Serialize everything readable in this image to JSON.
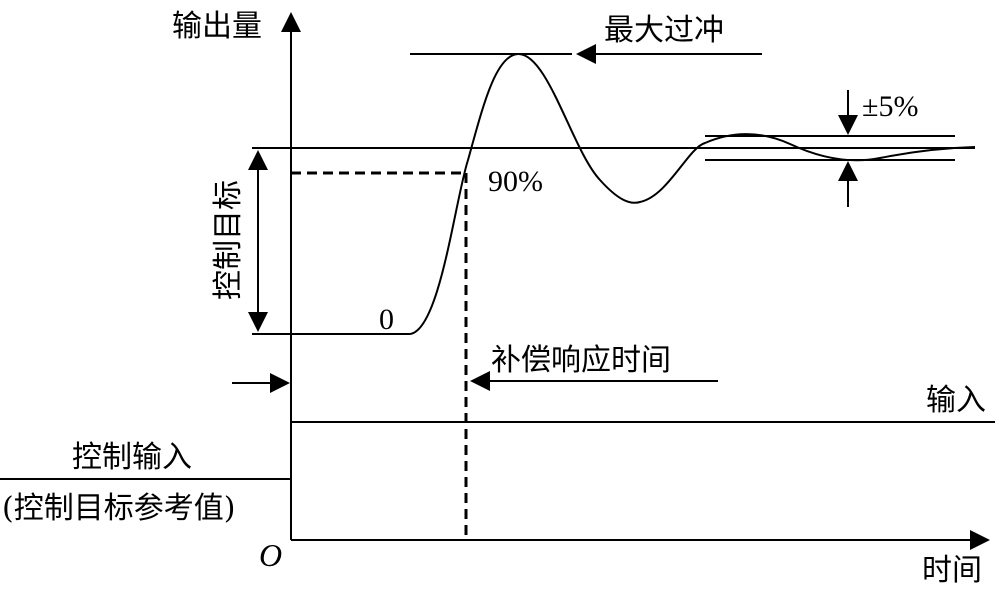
{
  "labels": {
    "y_axis": "输出量",
    "x_axis": "时间",
    "origin": "O",
    "max_overshoot": "最大过冲",
    "tolerance": "±5%",
    "control_target": "控制目标",
    "ninety_percent": "90%",
    "zero": "0",
    "compensation_response_time": "补偿响应时间",
    "input": "输入",
    "control_input_line1": "控制输入",
    "control_input_line2": "(控制目标参考值)"
  },
  "colors": {
    "stroke": "#000000",
    "background": "#ffffff"
  }
}
